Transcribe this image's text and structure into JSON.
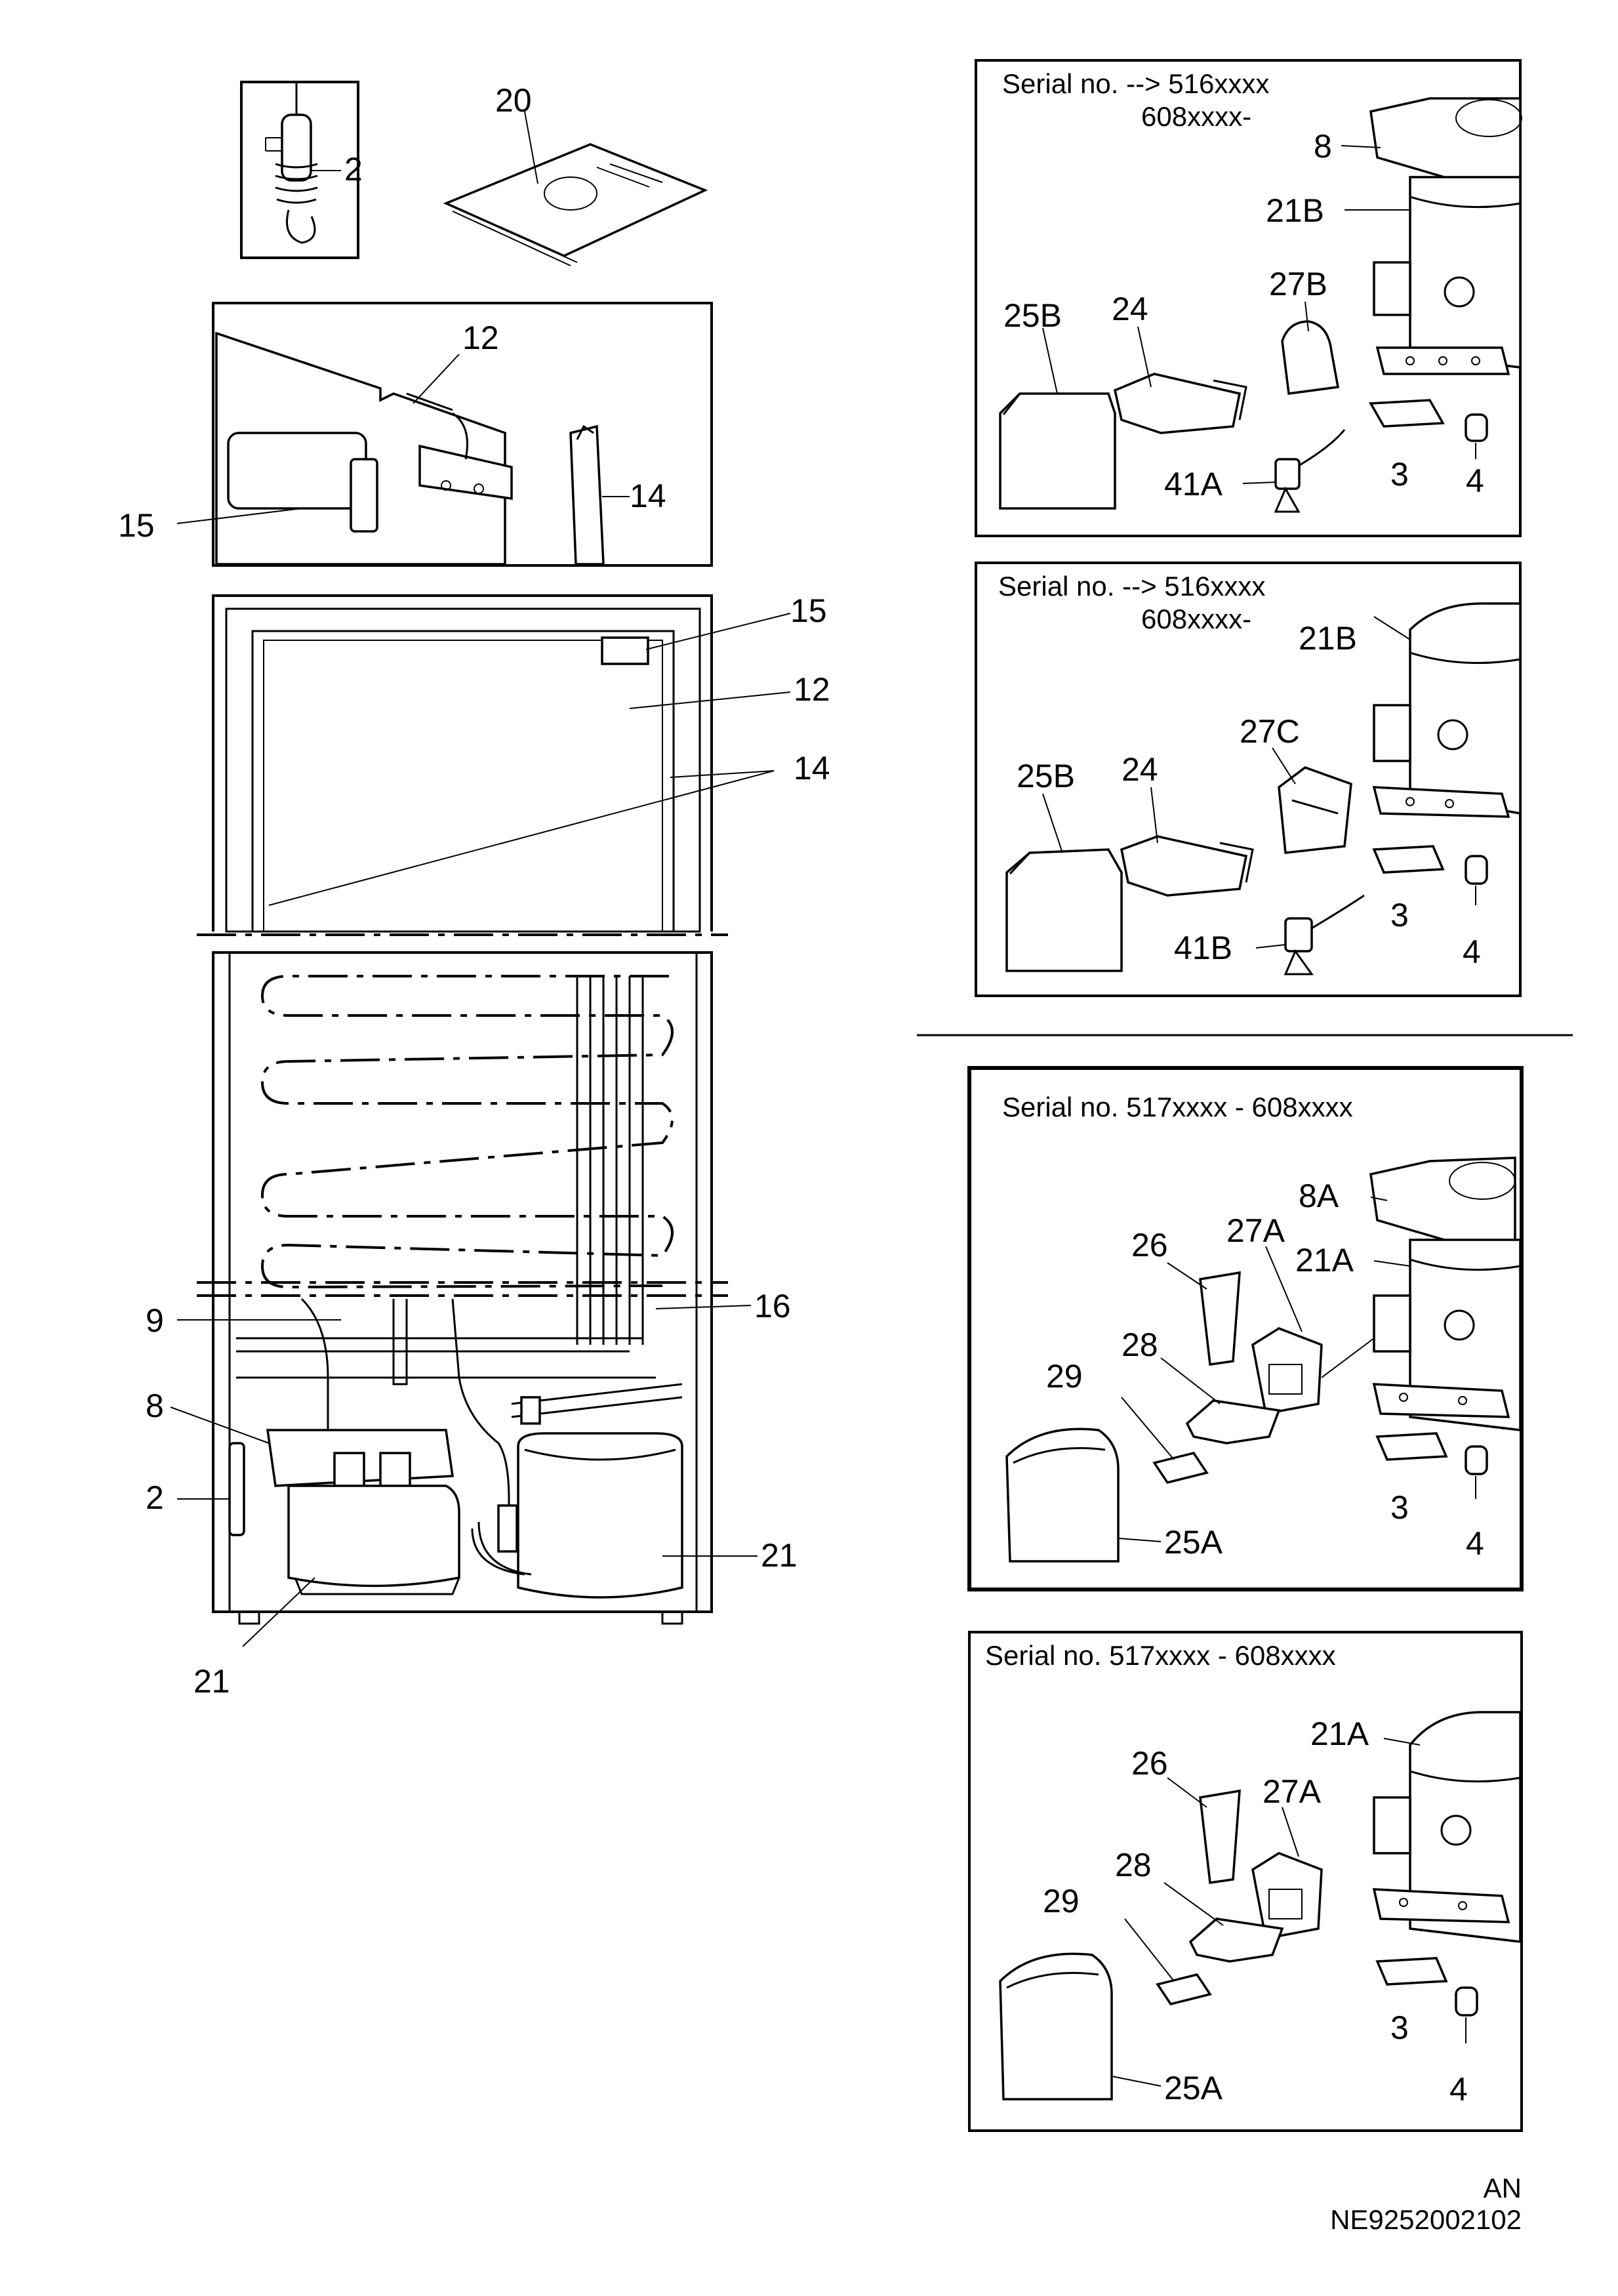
{
  "title": "",
  "panels": {
    "p1": {
      "serial_line1": "Serial no. --> 516xxxx",
      "serial_line2": "608xxxx-",
      "labels": {
        "l8": "8",
        "l21b": "21B",
        "l27b": "27B",
        "l25b": "25B",
        "l24": "24",
        "l41a": "41A",
        "l3": "3",
        "l4": "4"
      }
    },
    "p2": {
      "serial_line1": "Serial no. --> 516xxxx",
      "serial_line2": "608xxxx-",
      "labels": {
        "l21b": "21B",
        "l27c": "27C",
        "l25b": "25B",
        "l24": "24",
        "l41b": "41B",
        "l3": "3",
        "l4": "4"
      }
    },
    "p3": {
      "serial": "Serial no. 517xxxx - 608xxxx",
      "labels": {
        "l8a": "8A",
        "l26": "26",
        "l27a": "27A",
        "l21a": "21A",
        "l28": "28",
        "l29": "29",
        "l3": "3",
        "l4": "4",
        "l25a": "25A"
      }
    },
    "p4": {
      "serial": "Serial no. 517xxxx - 608xxxx",
      "labels": {
        "l21a": "21A",
        "l26": "26",
        "l27a": "27A",
        "l28": "28",
        "l29": "29",
        "l3": "3",
        "l4": "4",
        "l25a": "25A"
      }
    }
  },
  "left": {
    "labels": {
      "l2a": "2",
      "l20": "20",
      "l12a": "12",
      "l14a": "14",
      "l15a": "15",
      "l15b": "15",
      "l12b": "12",
      "l14b": "14",
      "l9": "9",
      "l16": "16",
      "l8": "8",
      "l2b": "2",
      "l21a": "21",
      "l21b": "21"
    }
  },
  "footer": {
    "code1": "AN",
    "code2": "NE9252002102"
  }
}
